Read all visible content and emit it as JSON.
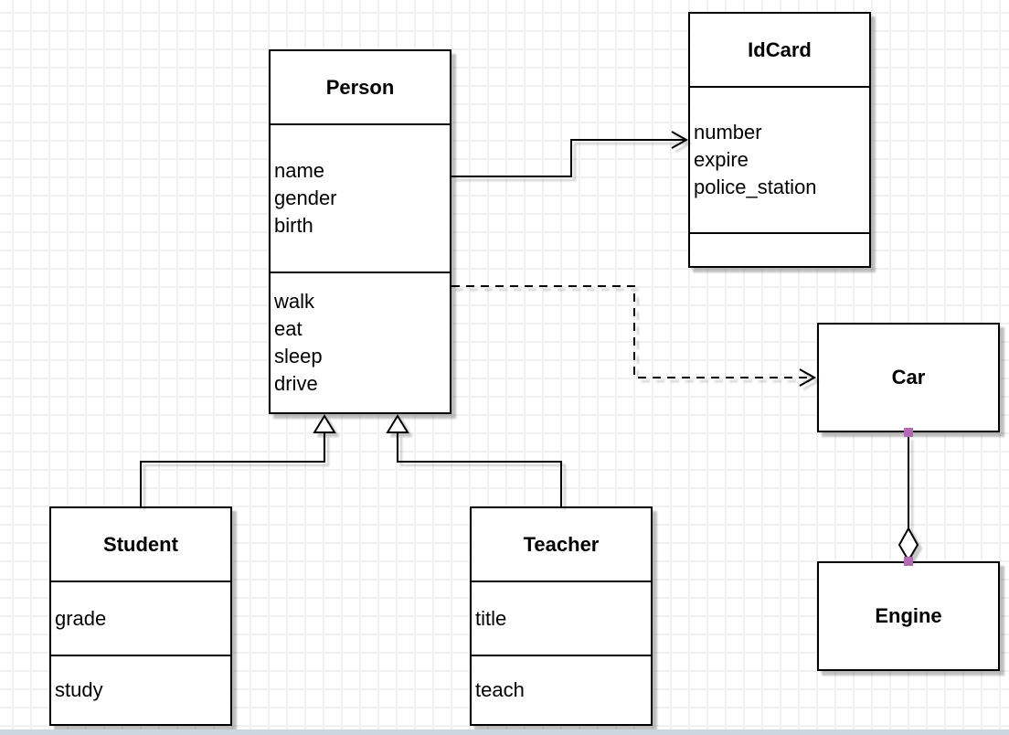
{
  "diagram": {
    "classes": {
      "person": {
        "title": "Person",
        "attributes": [
          "name",
          "gender",
          "birth"
        ],
        "methods": [
          "walk",
          "eat",
          "sleep",
          "drive"
        ]
      },
      "idcard": {
        "title": "IdCard",
        "attributes": [
          "number",
          "expire",
          "police_station"
        ],
        "methods": []
      },
      "car": {
        "title": "Car"
      },
      "engine": {
        "title": "Engine"
      },
      "student": {
        "title": "Student",
        "attributes": [
          "grade"
        ],
        "methods": [
          "study"
        ]
      },
      "teacher": {
        "title": "Teacher",
        "attributes": [
          "title"
        ],
        "methods": [
          "teach"
        ]
      }
    },
    "relationships": [
      {
        "type": "association",
        "from": "Person",
        "to": "IdCard",
        "line": "solid",
        "arrowhead": "open-arrow"
      },
      {
        "type": "dependency",
        "from": "Person",
        "to": "Car",
        "line": "dashed",
        "arrowhead": "open-arrow"
      },
      {
        "type": "generalization",
        "from": "Student",
        "to": "Person",
        "line": "solid",
        "arrowhead": "hollow-triangle"
      },
      {
        "type": "generalization",
        "from": "Teacher",
        "to": "Person",
        "line": "solid",
        "arrowhead": "hollow-triangle"
      },
      {
        "type": "aggregation",
        "from": "Engine",
        "to": "Car",
        "line": "solid",
        "arrowhead": "hollow-diamond"
      }
    ],
    "colors": {
      "stroke": "#000000",
      "box_fill": "#ffffff",
      "endpoint_handle": "#b469b4",
      "grid_line": "#f1f1f4",
      "bottom_bar": "#ccd6e0"
    }
  }
}
